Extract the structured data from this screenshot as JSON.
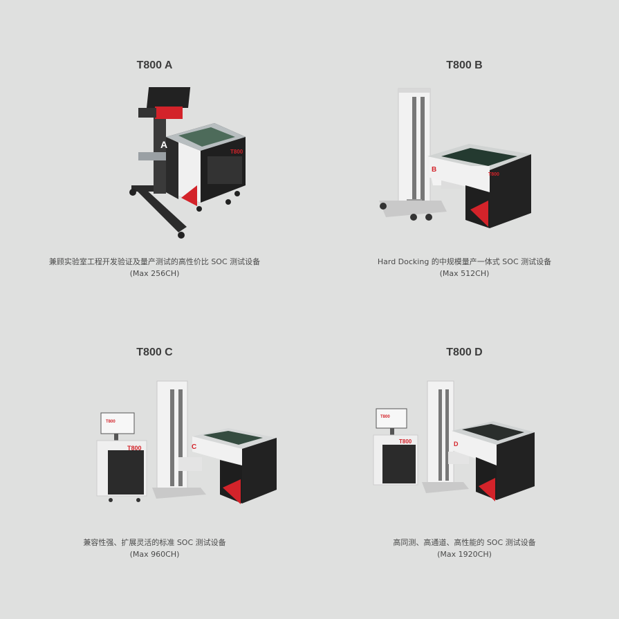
{
  "products": [
    {
      "title": "T800 A",
      "desc": "兼顾实验室工程开发验证及量产测试的高性价比 SOC 测试设备",
      "spec": "(Max 256CH)",
      "badge": "A",
      "brand": "T800"
    },
    {
      "title": "T800 B",
      "desc": "Hard Docking 的中规模量产一体式 SOC 测试设备",
      "spec": "(Max 512CH)",
      "badge": "B",
      "brand": "T800"
    },
    {
      "title": "T800 C",
      "desc": "兼容性强、扩展灵活的标准 SOC 测试设备",
      "spec": "(Max 960CH)",
      "badge": "C",
      "brand": "T800"
    },
    {
      "title": "T800 D",
      "desc": "高同测、高通道、高性能的 SOC 测试设备",
      "spec": "(Max 1920CH)",
      "badge": "D",
      "brand": "T800"
    }
  ],
  "colors": {
    "background": "#dfe0df",
    "accent": "#d3232a",
    "machine": "#2a2a2a",
    "frame": "#f2f2f2"
  }
}
